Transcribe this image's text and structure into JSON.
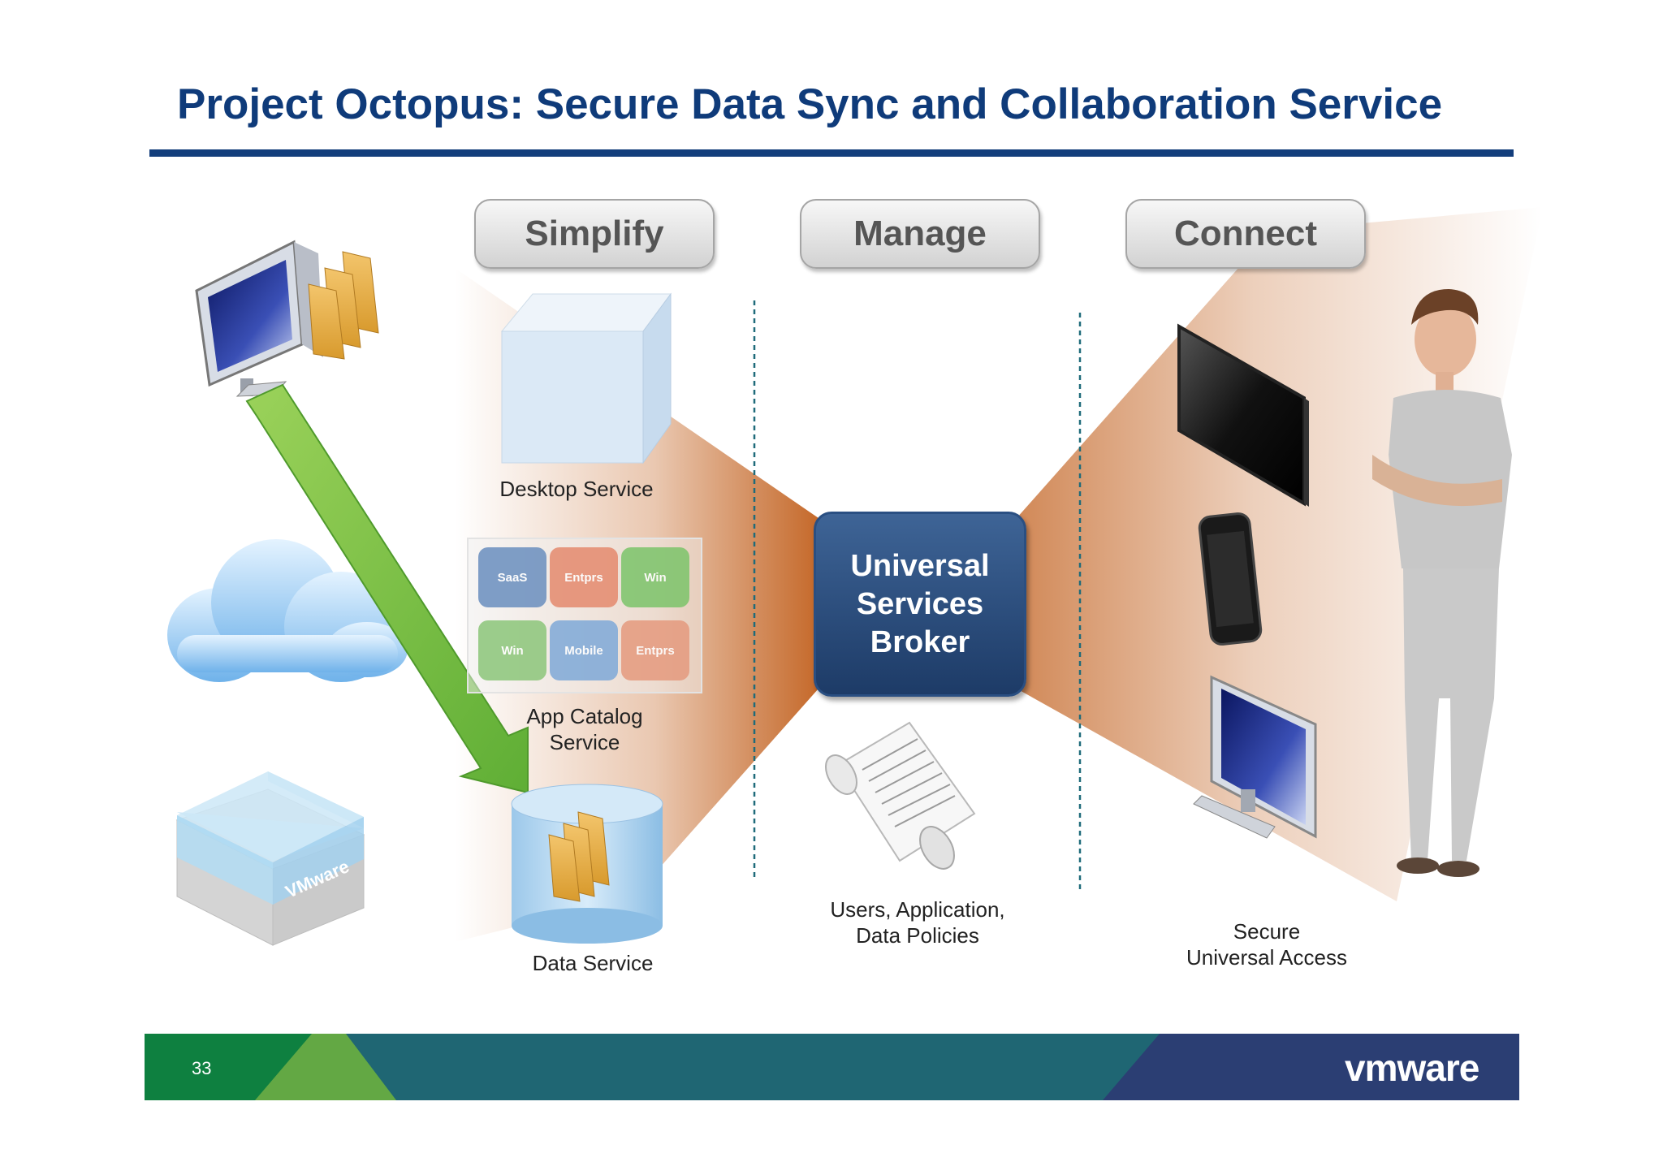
{
  "slide": {
    "title": "Project Octopus: Secure Data Sync and Collaboration Service",
    "page_number": "33",
    "logo_text": "vmware"
  },
  "columns": {
    "simplify": "Simplify",
    "manage": "Manage",
    "connect": "Connect"
  },
  "services": {
    "desktop": "Desktop Service",
    "app_catalog": "App Catalog\nService",
    "data": "Data Service"
  },
  "app_tiles": [
    {
      "label": "SaaS",
      "color": "#6a8fbf"
    },
    {
      "label": "Entprs",
      "color": "#e58a6e"
    },
    {
      "label": "Win",
      "color": "#7cc46a"
    },
    {
      "label": "Win",
      "color": "#8cc67a"
    },
    {
      "label": "Mobile",
      "color": "#7fa9d8"
    },
    {
      "label": "Entprs",
      "color": "#e59a7e"
    }
  ],
  "broker": {
    "label": "Universal\nServices\nBroker"
  },
  "policies": {
    "label": "Users, Application,\nData Policies"
  },
  "access": {
    "label": "Secure\nUniversal Access"
  },
  "server_brand": "VMware",
  "colors": {
    "title": "#0f3b7a",
    "broker": "#2a4f82",
    "arrow": "#7cc243",
    "fan": "#c2611f",
    "footer_green": "#0e8040",
    "footer_teal": "#1f6673",
    "footer_navy": "#2b3e73"
  }
}
